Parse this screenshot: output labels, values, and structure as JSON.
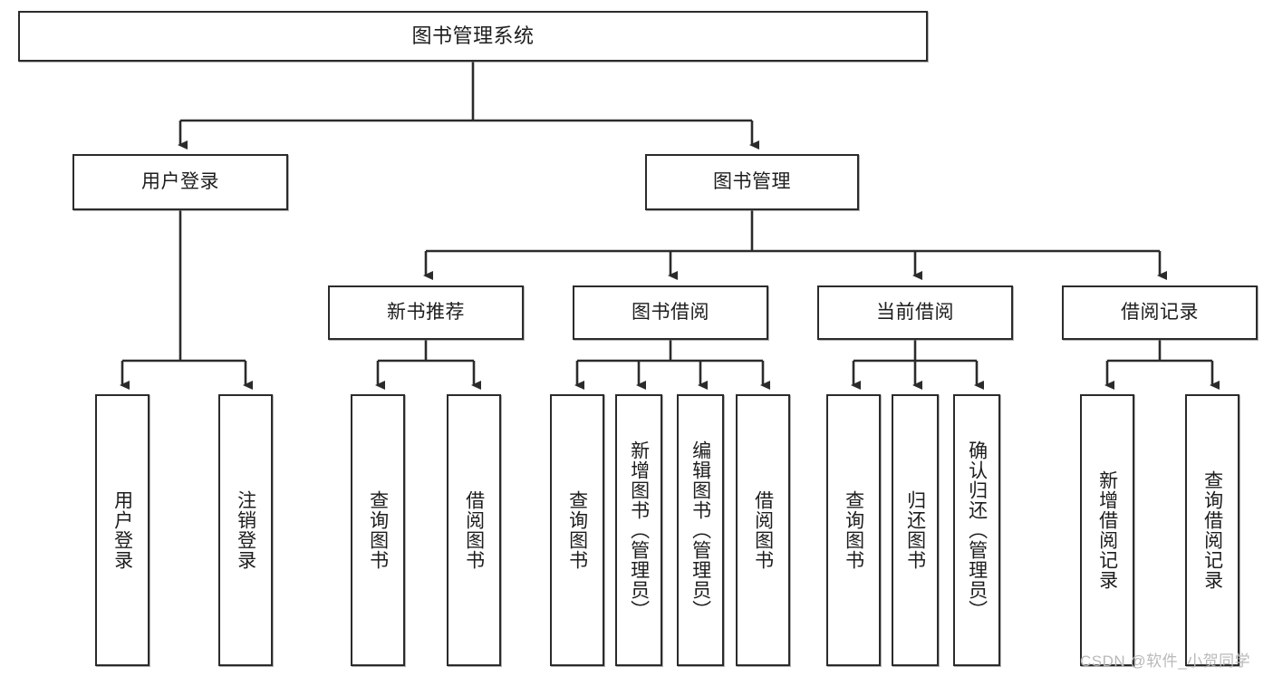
{
  "diagram": {
    "title": "图书管理系统",
    "watermark": "CSDN @软件_小贺同学",
    "nodes": {
      "root": "图书管理系统",
      "user_login": "用户登录",
      "book_manage": "图书管理",
      "new_book_rec": "新书推荐",
      "book_borrow": "图书借阅",
      "current_borrow": "当前借阅",
      "borrow_record": "借阅记录",
      "leaf_user_login": "用户登录",
      "leaf_logout": "注销登录",
      "leaf_query_book_1": "查询图书",
      "leaf_borrow_book_1": "借阅图书",
      "leaf_query_book_2": "查询图书",
      "leaf_add_book_admin": "新增图书（管理员）",
      "leaf_edit_book_admin": "编辑图书（管理员）",
      "leaf_borrow_book_2": "借阅图书",
      "leaf_query_book_3": "查询图书",
      "leaf_return_book": "归还图书",
      "leaf_confirm_return_admin": "确认归还（管理员）",
      "leaf_add_record": "新增借阅记录",
      "leaf_query_record": "查询借阅记录"
    },
    "colors": {
      "stroke": "#2b2b2b",
      "fill": "#ffffff",
      "text": "#1d1d1d",
      "watermark": "#b9b9b9"
    }
  }
}
